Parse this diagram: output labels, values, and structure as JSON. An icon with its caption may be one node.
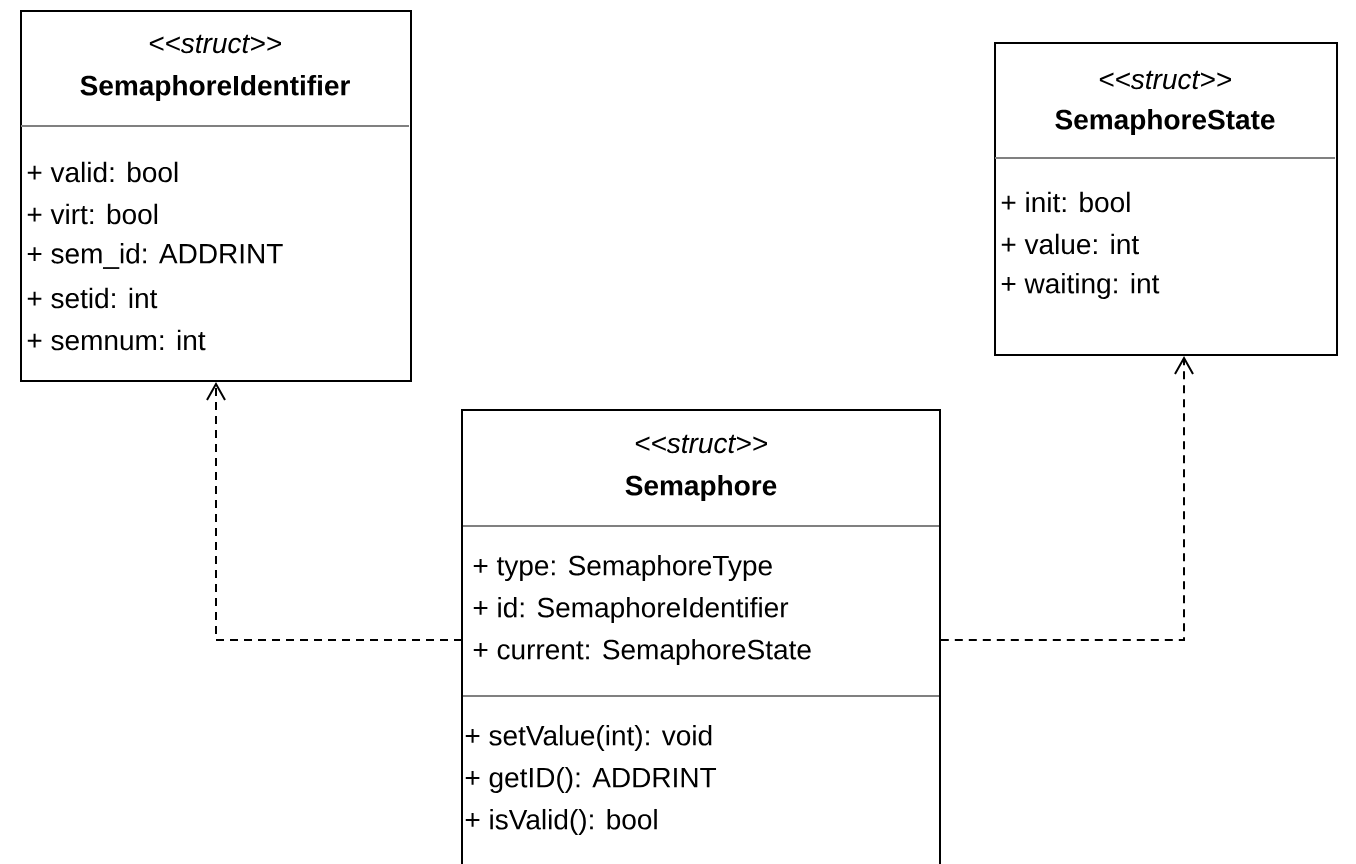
{
  "diagram": {
    "nodes": [
      {
        "text": [
          "<<struct>>",
          "SemaphoreIdentifier",
          "+ valid: bool",
          "+ virt: bool",
          "+ sem_id: ADDRINT",
          "+ setid: int",
          "+ semnum: int"
        ]
      },
      {
        "text": [
          "<<struct>>",
          "SemaphoreState",
          "+ init: bool",
          "+ value: int",
          "+ waiting: int"
        ]
      },
      {
        "text": [
          "<<struct>>",
          "Semaphore",
          "+ type: SemaphoreType",
          "+ id: SemaphoreIdentifier",
          "+ current: SemaphoreState",
          "+ setValue(int): void",
          "+ getID(): ADDRINT",
          "+ isValid(): bool"
        ]
      }
    ],
    "edges": [
      {
        "from": 2,
        "to": 0,
        "arrow": "to",
        "style": "dashed"
      },
      {
        "from": 2,
        "to": 1,
        "arrow": "to",
        "style": "dashed"
      }
    ]
  }
}
